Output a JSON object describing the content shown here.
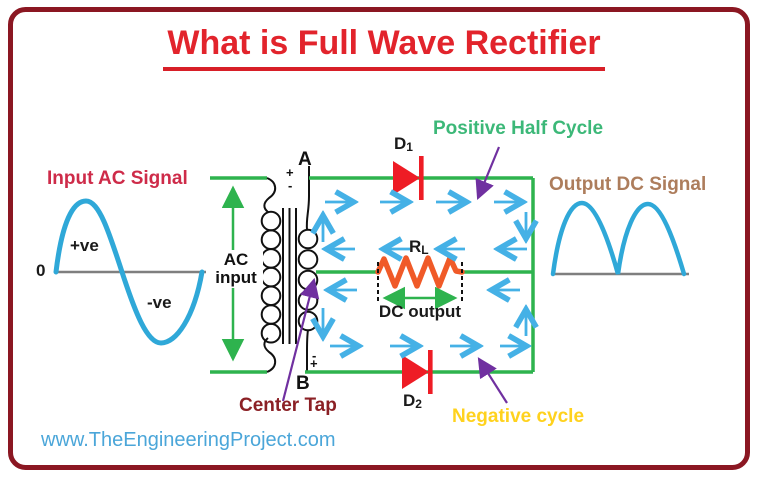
{
  "title": "What is Full Wave Rectifier",
  "website": "www.TheEngineeringProject.com",
  "input_wave": {
    "label": "Input AC Signal",
    "positive": "+ve",
    "negative": "-ve",
    "zero": "0"
  },
  "transformer": {
    "ac_input_line1": "AC",
    "ac_input_line2": "input",
    "terminal_top": "A",
    "terminal_bottom": "B",
    "top_plus": "+",
    "top_minus": "-",
    "bottom_minus": "-",
    "bottom_plus": "+",
    "center_tap": "Center Tap"
  },
  "circuit": {
    "diode1": {
      "base": "D",
      "sub": "1"
    },
    "diode2": {
      "base": "D",
      "sub": "2"
    },
    "load": {
      "base": "R",
      "sub": "L"
    },
    "dc_output": "DC output",
    "positive_half": "Positive Half Cycle",
    "negative_half": "Negative cycle"
  },
  "output_wave": {
    "label": "Output DC Signal"
  },
  "colors": {
    "border_maroon": "#8B1722",
    "title_red": "#E2242C",
    "label_crimson": "#CE2B49",
    "wave_blue": "#2FA8D8",
    "flow_arrow_blue": "#45B1E6",
    "wire_green": "#2EB34E",
    "text_green": "#3CB878",
    "text_yellow": "#FFD21E",
    "text_tan": "#AD7D5C",
    "annotation_purple": "#7030A0",
    "resistor_orange": "#F05A28",
    "diode_red": "#EE1C25",
    "website_blue": "#4BA6D9",
    "center_tap_maroon": "#8B2025",
    "axis_gray": "#7F7F7F"
  }
}
